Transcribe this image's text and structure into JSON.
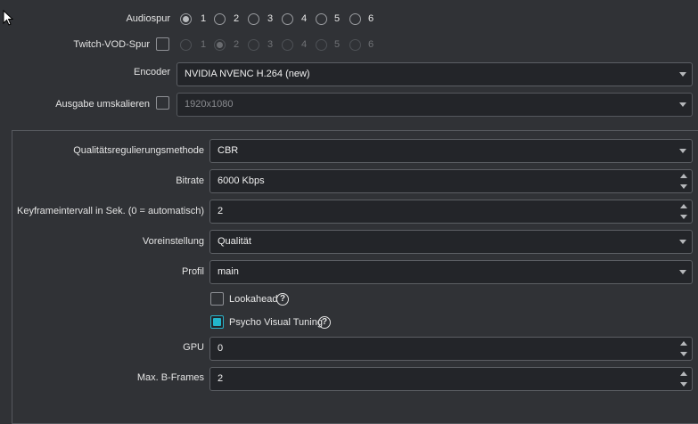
{
  "audio_track": {
    "label": "Audiospur",
    "options": [
      "1",
      "2",
      "3",
      "4",
      "5",
      "6"
    ],
    "selected": "1"
  },
  "twitch_vod": {
    "label": "Twitch-VOD-Spur",
    "checked": false,
    "options": [
      "1",
      "2",
      "3",
      "4",
      "5",
      "6"
    ],
    "selected": "2"
  },
  "encoder": {
    "label": "Encoder",
    "value": "NVIDIA NVENC H.264 (new)"
  },
  "rescale": {
    "label": "Ausgabe umskalieren",
    "checked": false,
    "value": "1920x1080"
  },
  "rate_control": {
    "label": "Qualitätsregulierungsmethode",
    "value": "CBR"
  },
  "bitrate": {
    "label": "Bitrate",
    "value": "6000 Kbps"
  },
  "keyframe": {
    "label": "Keyframeintervall in Sek. (0 = automatisch)",
    "value": "2"
  },
  "preset": {
    "label": "Voreinstellung",
    "value": "Qualität"
  },
  "profile": {
    "label": "Profil",
    "value": "main"
  },
  "lookahead": {
    "label": "Lookahead",
    "checked": false,
    "help": "?"
  },
  "psycho": {
    "label": "Psycho Visual Tuning",
    "checked": true,
    "help": "?"
  },
  "gpu": {
    "label": "GPU",
    "value": "0"
  },
  "bframes": {
    "label": "Max. B-Frames",
    "value": "2"
  },
  "colors": {
    "accent": "#22b6cc",
    "background": "#303236",
    "input": "#232529"
  }
}
